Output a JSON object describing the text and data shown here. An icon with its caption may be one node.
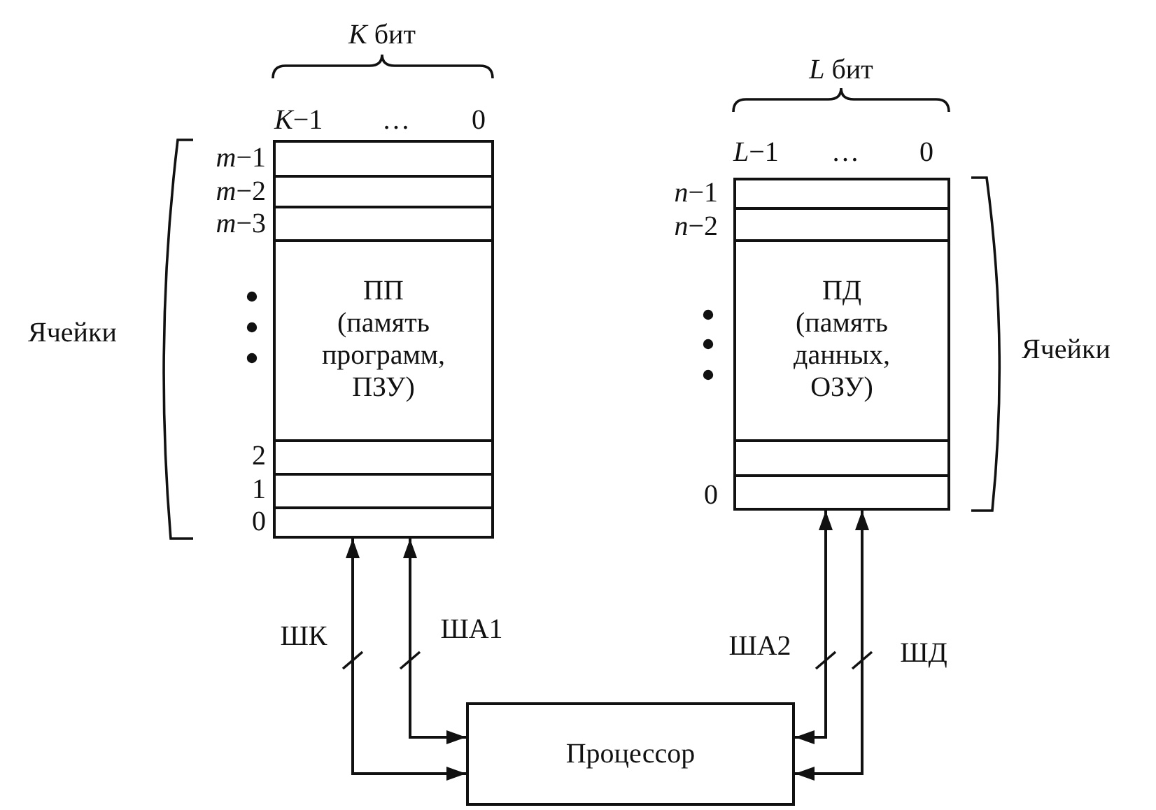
{
  "diagram": {
    "nodes": [
      {
        "text": [
          "ПП (память программ, ПЗУ)"
        ]
      },
      {
        "text": [
          "ПД (память данных, ОЗУ)"
        ]
      },
      {
        "text": [
          "Процессор"
        ]
      }
    ],
    "edges": [
      {
        "from": 0,
        "to": 2,
        "arrow": "both",
        "label": "ШК"
      },
      {
        "from": 0,
        "to": 2,
        "arrow": "both",
        "label": "ША1"
      },
      {
        "from": 1,
        "to": 2,
        "arrow": "both",
        "label": "ША2"
      },
      {
        "from": 1,
        "to": 2,
        "arrow": "both",
        "label": "ШД"
      }
    ],
    "labels": [
      "*K* бит",
      "*L* бит",
      "*K*−1",
      "…",
      "0",
      "*L*−1",
      "…",
      "0",
      "*m*−1",
      "*m*−2",
      "*m*−3",
      "Ячейки",
      "2",
      "1",
      "0",
      "*n*−1",
      "*n*−2",
      "Ячейки",
      "0"
    ]
  }
}
